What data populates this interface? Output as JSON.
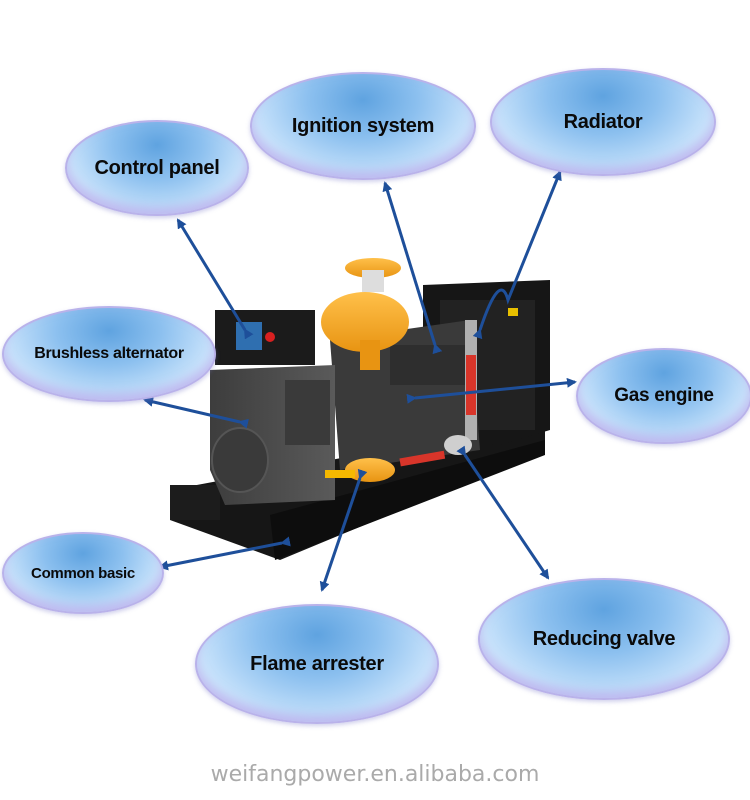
{
  "figure": {
    "subject": "Gas generator set component diagram",
    "labels": [
      {
        "id": "control-panel",
        "text": "Control panel"
      },
      {
        "id": "ignition-system",
        "text": "Ignition system"
      },
      {
        "id": "radiator",
        "text": "Radiator"
      },
      {
        "id": "brushless-alternator",
        "text": "Brushless alternator"
      },
      {
        "id": "gas-engine",
        "text": "Gas engine"
      },
      {
        "id": "common-basic",
        "text": "Common basic"
      },
      {
        "id": "flame-arrester",
        "text": "Flame arrester"
      },
      {
        "id": "reducing-valve",
        "text": "Reducing valve"
      }
    ],
    "colors": {
      "arrow": "#1e4f9a",
      "bubble_top": "#5fa3e0",
      "bubble_bottom": "#e8f4ff",
      "bubble_border": "#b9b2ea",
      "engine_yellow": "#f5a623",
      "frame_black": "#1a1a1a",
      "alternator_gray": "#4a4a4a"
    }
  },
  "footer": {
    "watermark": "weifangpower.en.alibaba.com"
  }
}
